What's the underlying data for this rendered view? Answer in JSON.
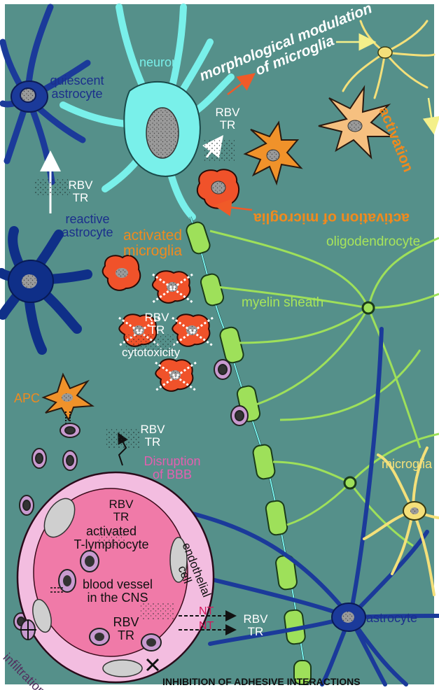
{
  "labels": {
    "neuron": "neuron",
    "quiescent_astrocyte_1": "quiescent",
    "quiescent_astrocyte_2": "astrocyte",
    "reactive_astrocyte_1": "reactive",
    "reactive_astrocyte_2": "astrocyte",
    "morphological_1": "morphological modulation",
    "morphological_2": "of microglia",
    "activation_of_microglia_1": "activation",
    "activation_of_microglia_2": "activation of microglia",
    "activated_microglia_1": "activated",
    "activated_microglia_2": "microglia",
    "oligodendrocyte": "oligodendrocyte",
    "myelin_sheath": "myelin sheath",
    "cytotoxicity": "cytotoxicity",
    "apc": "APC",
    "disruption_1": "Disruption",
    "disruption_2": "of BBB",
    "activated_t_1": "activated",
    "activated_t_2": "T-lymphocyte",
    "blood_vessel_1": "blood vessel",
    "blood_vessel_2": "in the CNS",
    "endothelial_1": "endothelial",
    "endothelial_2": "cell",
    "infiltration": "infiltration",
    "microglia_right": "microglia",
    "astrocyte_right": "astrocyte",
    "inhibition": "INHIBITION OF ADHESIVE INTERACTIONS",
    "nt_1": "NT",
    "nt_2": "NT",
    "rbv": "RBV",
    "tr": "TR"
  },
  "colors": {
    "background": "#55908a",
    "neuron": "#79f0ea",
    "astrocyte": "#1b3a9a",
    "microglia_orange": "#f0922a",
    "microglia_activated": "#f0522a",
    "microglia_yellow": "#f4e07a",
    "microglia_peach": "#f6c080",
    "oligodendrocyte": "#9ee05a",
    "blood_vessel": "#f07aa8",
    "endothelium": "#f3bde0",
    "lymphocyte": "#c99ad0"
  }
}
